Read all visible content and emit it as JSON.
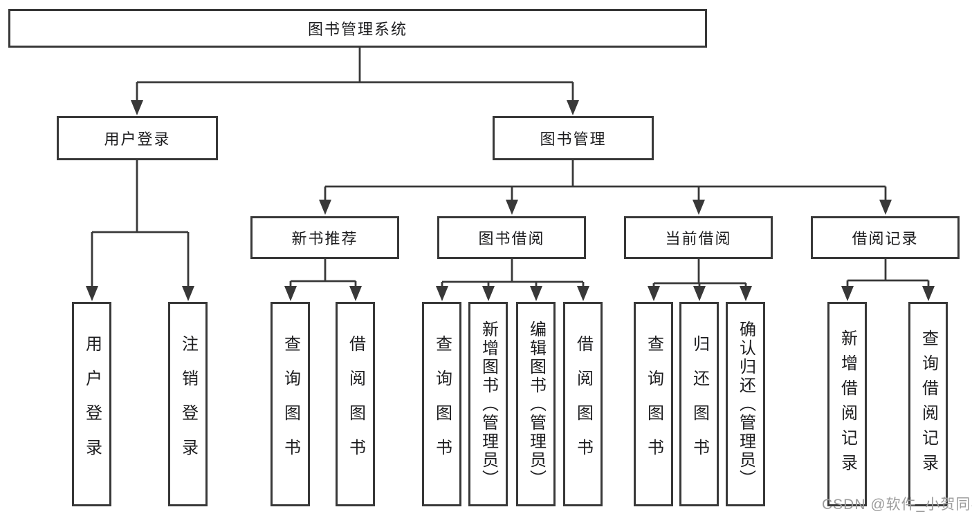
{
  "diagram": {
    "root": "图书管理系统",
    "level2": [
      "用户登录",
      "图书管理"
    ],
    "level3": [
      "新书推荐",
      "图书借阅",
      "当前借阅",
      "借阅记录"
    ],
    "leaves": {
      "user_login": [
        "用户登录",
        "注销登录"
      ],
      "new_books": [
        "查询图书",
        "借阅图书"
      ],
      "book_borrow": [
        "查询图书",
        "新增图书（管理员）",
        "编辑图书（管理员）",
        "借阅图书"
      ],
      "current_borrow": [
        "查询图书",
        "归还图书",
        "确认归还（管理员）"
      ],
      "borrow_records": [
        "新增借阅记录",
        "查询借阅记录"
      ]
    }
  },
  "watermark": "CSDN @软件_小贺同学",
  "colors": {
    "line": "#383838",
    "box_border": "#383838",
    "text": "#1d1d1f",
    "watermark": "#9c9c9c",
    "background": "#ffffff"
  }
}
